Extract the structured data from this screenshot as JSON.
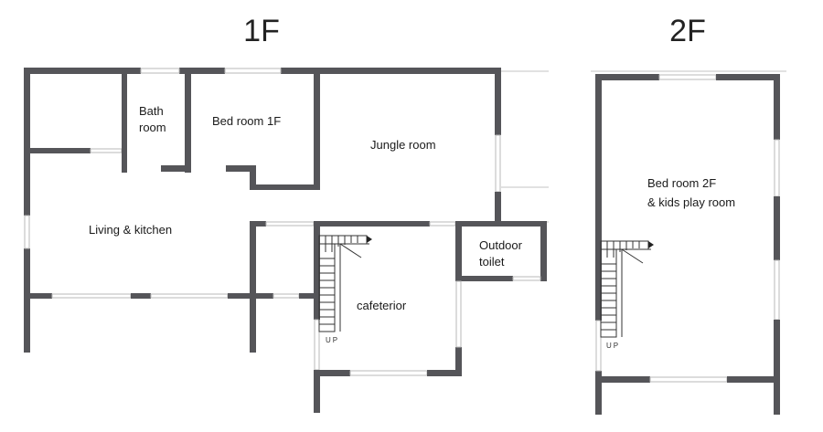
{
  "floors": {
    "first": {
      "title": "1F",
      "rooms": {
        "bath_line1": "Bath",
        "bath_line2": "room",
        "bedroom": "Bed room 1F",
        "jungle": "Jungle room",
        "living": "Living & kitchen",
        "outdoor_line1": "Outdoor",
        "outdoor_line2": "toilet",
        "cafeterior": "cafeterior"
      },
      "stair_label": "UP"
    },
    "second": {
      "title": "2F",
      "rooms": {
        "bedroom_line1": "Bed room 2F",
        "bedroom_line2": "& kids play room"
      },
      "stair_label": "UP"
    }
  },
  "colors": {
    "wall": "#555559",
    "window": "#b9b9b9",
    "text": "#1a1a1a"
  }
}
